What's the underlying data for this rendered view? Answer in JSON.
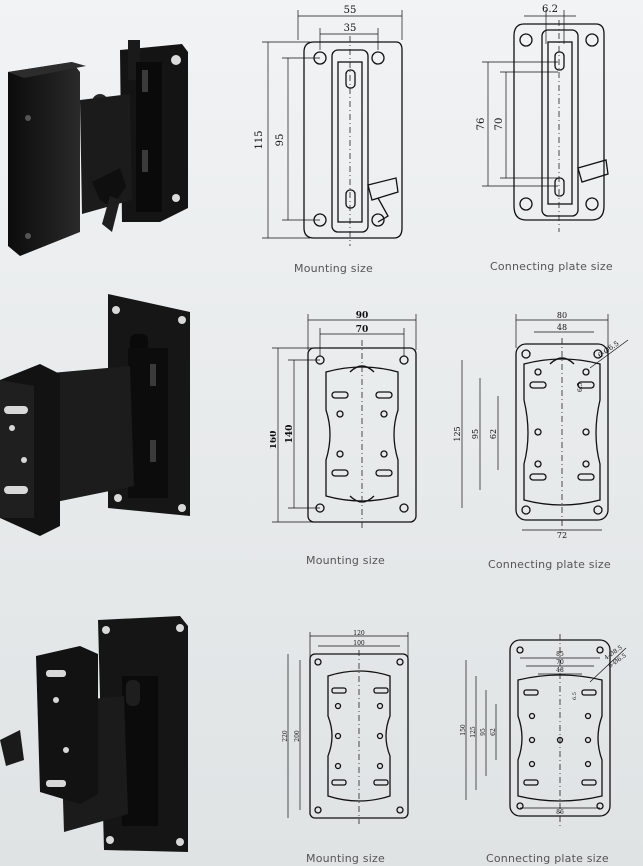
{
  "rows": [
    {
      "mounting": {
        "caption": "Mounting size",
        "dims": {
          "w_outer": "55",
          "w_inner": "35",
          "h_outer": "115",
          "h_inner": "95"
        }
      },
      "plate": {
        "caption": "Connecting plate size",
        "dims": {
          "w_top": "6.2",
          "h_outer": "76",
          "h_inner": "70"
        }
      }
    },
    {
      "mounting": {
        "caption": "Mounting size",
        "dims": {
          "w_outer": "90",
          "w_inner": "70",
          "h_outer": "160",
          "h_inner": "140"
        }
      },
      "plate": {
        "caption": "Connecting plate size",
        "dims": {
          "w_outer": "80",
          "w_inner": "48",
          "w_bottom": "72",
          "h_outer": "125",
          "h_mid": "95",
          "h_inner": "62",
          "hole": "6-Ø6.5",
          "hole_sp": "6.5"
        }
      }
    },
    {
      "mounting": {
        "caption": "Mounting size",
        "dims": {
          "w_outer": "120",
          "w_inner": "100",
          "h_outer": "220",
          "h_inner": "200"
        }
      },
      "plate": {
        "caption": "Connecting plate size",
        "dims": {
          "w_outer": "85",
          "w_mid": "70",
          "w_inner": "48",
          "w_bottom": "86",
          "h_outer": "150",
          "h_a": "125",
          "h_b": "95",
          "h_c": "62",
          "hole_a": "4-Ø8.5",
          "hole_b": "6-Ø6.5",
          "hole_sp": "6.5"
        }
      }
    }
  ]
}
